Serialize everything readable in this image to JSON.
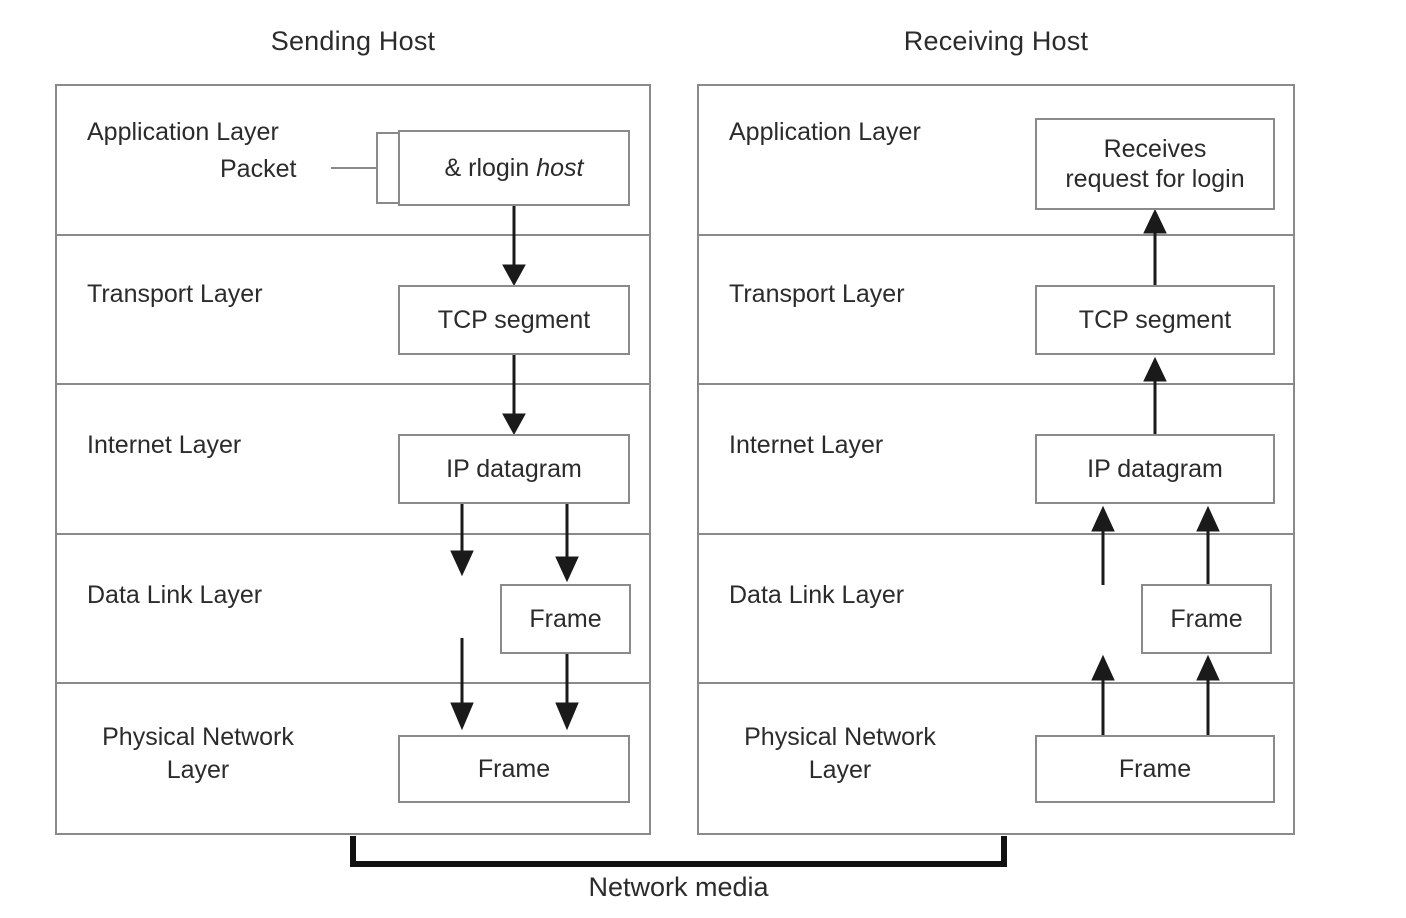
{
  "diagram": {
    "title_sending": "Sending Host",
    "title_receiving": "Receiving Host",
    "network_media_label": "Network media",
    "packet_callout_label": "Packet",
    "colors": {
      "box_border": "#8a8a8a",
      "arrow": "#1a1a1a",
      "bracket": "#111111",
      "text": "#2b2b2b",
      "background": "#ffffff"
    }
  },
  "layers": {
    "application": "Application Layer",
    "transport": "Transport Layer",
    "internet": "Internet Layer",
    "datalink": "Data Link Layer",
    "physical": "Physical Network\nLayer"
  },
  "sending": {
    "application_pdu_prefix": "& rlogin ",
    "application_pdu_italic": "host",
    "transport_pdu": "TCP segment",
    "internet_pdu": "IP datagram",
    "datalink_pdu": "Frame",
    "physical_pdu": "Frame"
  },
  "receiving": {
    "application_pdu": "Receives\nrequest for login",
    "transport_pdu": "TCP segment",
    "internet_pdu": "IP datagram",
    "datalink_pdu": "Frame",
    "physical_pdu": "Frame"
  },
  "chart_data": {
    "type": "diagram",
    "title": "TCP/IP encapsulation between sending and receiving host",
    "stacks": [
      {
        "name": "Sending Host",
        "direction": "downward",
        "layers": [
          {
            "layer": "Application Layer",
            "pdu": "& rlogin host"
          },
          {
            "layer": "Transport Layer",
            "pdu": "TCP segment"
          },
          {
            "layer": "Internet Layer",
            "pdu": "IP datagram"
          },
          {
            "layer": "Data Link Layer",
            "pdu": "Frame"
          },
          {
            "layer": "Physical Network Layer",
            "pdu": "Frame"
          }
        ]
      },
      {
        "name": "Receiving Host",
        "direction": "upward",
        "layers": [
          {
            "layer": "Application Layer",
            "pdu": "Receives request for login"
          },
          {
            "layer": "Transport Layer",
            "pdu": "TCP segment"
          },
          {
            "layer": "Internet Layer",
            "pdu": "IP datagram"
          },
          {
            "layer": "Data Link Layer",
            "pdu": "Frame"
          },
          {
            "layer": "Physical Network Layer",
            "pdu": "Frame"
          }
        ]
      }
    ],
    "connector": "Network media"
  }
}
